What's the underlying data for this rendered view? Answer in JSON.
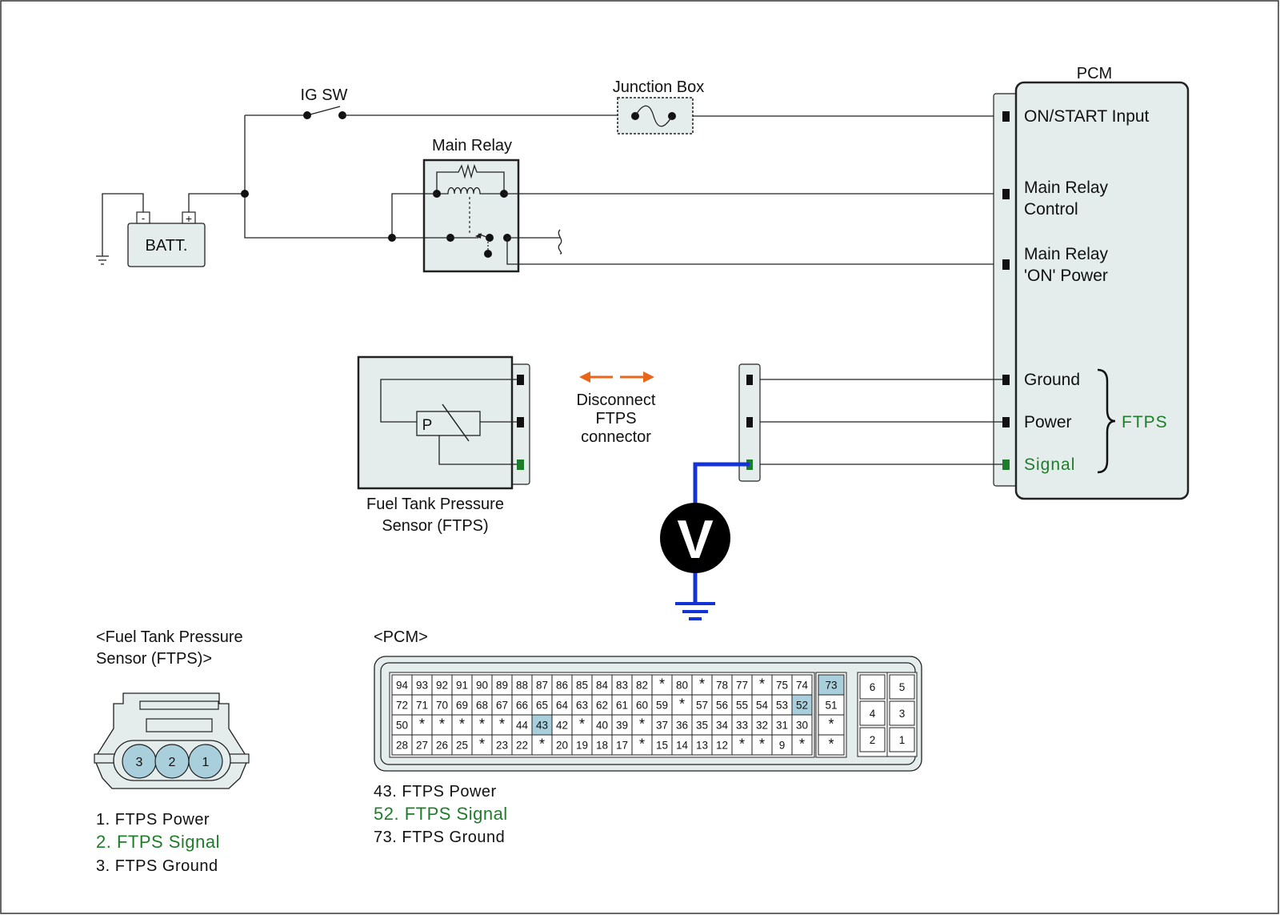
{
  "colors": {
    "signal_green": "#1e7d2a",
    "meter_lead_blue": "#1433d6",
    "disconnect_arrow_orange": "#e8651a",
    "component_fill": "#e4ecec",
    "highlight_pin": "#a9cfdc"
  },
  "labels": {
    "ig_sw": "IG SW",
    "junction_box": "Junction Box",
    "main_relay": "Main Relay",
    "battery": "BATT.",
    "battery_minus": "-",
    "battery_plus": "+",
    "pcm": "PCM",
    "pcm_on_start": "ON/START Input",
    "pcm_main_relay_control": [
      "Main Relay",
      "Control"
    ],
    "pcm_main_relay_power": [
      "Main Relay",
      "'ON' Power"
    ],
    "pcm_ground": "Ground",
    "pcm_power": "Power",
    "pcm_signal": "Signal",
    "ftps_group": "FTPS",
    "sensor_p": "P",
    "sensor_name": [
      "Fuel Tank Pressure",
      "Sensor (FTPS)"
    ],
    "disconnect_note": [
      "Disconnect",
      "FTPS",
      "connector"
    ],
    "voltmeter": "V"
  },
  "ftps_connector": {
    "title": [
      "<Fuel Tank Pressure",
      "Sensor (FTPS)>"
    ],
    "pins": [
      "3",
      "2",
      "1"
    ],
    "legend": [
      {
        "text": "1. FTPS Power",
        "signal": false
      },
      {
        "text": "2. FTPS Signal",
        "signal": true
      },
      {
        "text": "3. FTPS Ground",
        "signal": false
      }
    ]
  },
  "pcm_connector": {
    "title": "<PCM>",
    "rows": [
      [
        "94",
        "93",
        "92",
        "91",
        "90",
        "89",
        "88",
        "87",
        "86",
        "85",
        "84",
        "83",
        "82",
        "*",
        "80",
        "*",
        "78",
        "77",
        "*",
        "75",
        "74"
      ],
      [
        "72",
        "71",
        "70",
        "69",
        "68",
        "67",
        "66",
        "65",
        "64",
        "63",
        "62",
        "61",
        "60",
        "59",
        "*",
        "57",
        "56",
        "55",
        "54",
        "53",
        "52"
      ],
      [
        "50",
        "*",
        "*",
        "*",
        "*",
        "*",
        "44",
        "43",
        "42",
        "*",
        "40",
        "39",
        "*",
        "37",
        "36",
        "35",
        "34",
        "33",
        "32",
        "31",
        "30"
      ],
      [
        "28",
        "27",
        "26",
        "25",
        "*",
        "23",
        "22",
        "*",
        "20",
        "19",
        "18",
        "17",
        "*",
        "15",
        "14",
        "13",
        "12",
        "*",
        "*",
        "9",
        "*"
      ]
    ],
    "side_column": [
      "73",
      "51",
      "*",
      "*"
    ],
    "small_left": [
      "6",
      "4",
      "2"
    ],
    "small_right": [
      "5",
      "3",
      "1"
    ],
    "highlighted": [
      "43",
      "52",
      "73"
    ],
    "legend": [
      {
        "text": "43. FTPS Power",
        "signal": false
      },
      {
        "text": "52. FTPS Signal",
        "signal": true
      },
      {
        "text": "73. FTPS Ground",
        "signal": false
      }
    ]
  }
}
